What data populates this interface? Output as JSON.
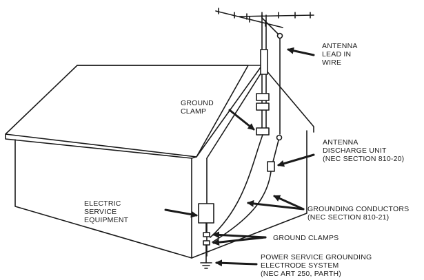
{
  "labels": {
    "antenna_lead": [
      "ANTENNA",
      "LEAD IN",
      "WIRE"
    ],
    "ground_clamp": [
      "GROUND",
      "CLAMP"
    ],
    "discharge_unit": [
      "ANTENNA",
      "DISCHARGE UNIT",
      "(NEC SECTION 810-20)"
    ],
    "electric_service": [
      "ELECTRIC",
      "SERVICE",
      "EQUIPMENT"
    ],
    "grounding_conductors": [
      "GROUNDING CONDUCTORS",
      "(NEC SECTION 810-21)"
    ],
    "ground_clamps": [
      "GROUND CLAMPS"
    ],
    "electrode_system": [
      "POWER SERVICE GROUNDING",
      "ELECTRODE SYSTEM",
      "(NEC ART 250, PARTH)"
    ]
  },
  "colors": {
    "line": "#1a1a1a",
    "background": "#ffffff"
  }
}
